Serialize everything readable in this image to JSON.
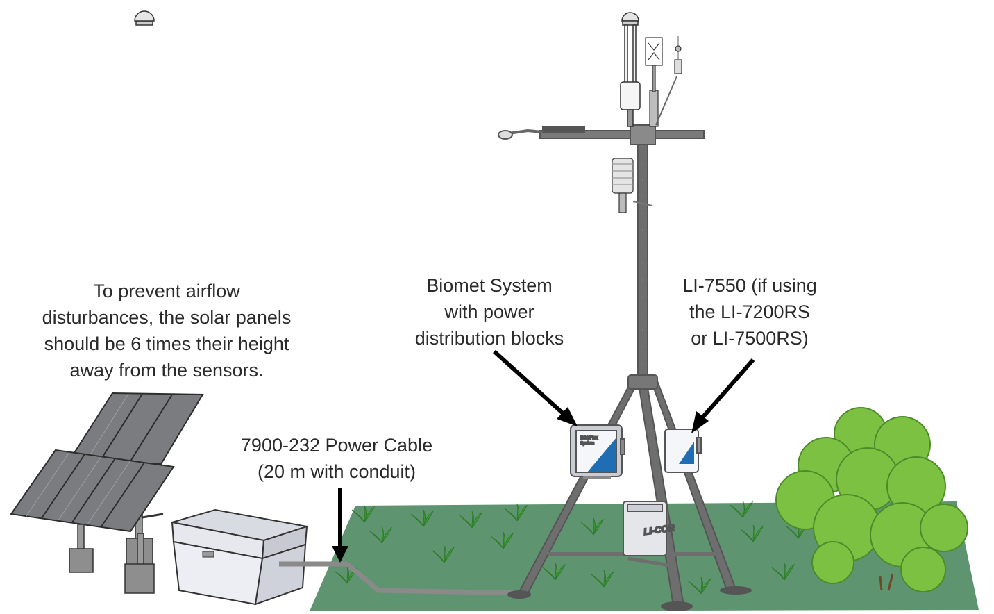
{
  "labels": {
    "solar_note": [
      "To prevent airflow",
      "disturbances, the solar panels",
      "should be 6 times their height",
      "away from the sensors."
    ],
    "power_cable": [
      "7900-232 Power Cable",
      "(20 m with conduit)"
    ],
    "biomet": [
      "Biomet System",
      "with power",
      "distribution blocks"
    ],
    "li7550": [
      "LI-7550 (if using",
      "the LI-7200RS",
      "or LI-7500RS)"
    ]
  },
  "enclosure_text": {
    "biomet_panel_line1": "EddyFlux",
    "biomet_panel_line2": "System",
    "battery_box_logo": "LI-COR"
  },
  "colors": {
    "ground": "#5f9470",
    "grass": "#3f9b3a",
    "bush": "#7cc142",
    "tripod": "#6e6e6e",
    "solar_panel": "#7a7c80",
    "arrow": "#000000",
    "accent_blue": "#1f6db3"
  }
}
